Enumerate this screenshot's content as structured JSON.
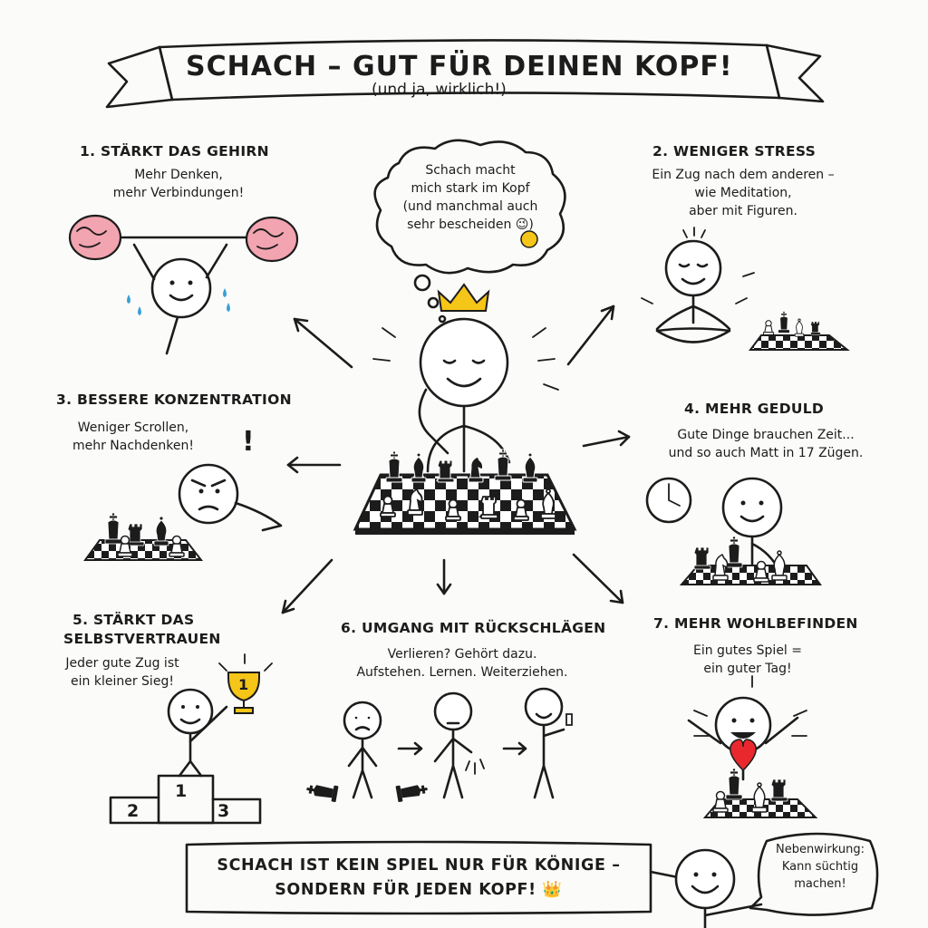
{
  "title": "SCHACH – GUT FÜR DEINEN KOPF!",
  "subtitle": "(und ja, wirklich!)",
  "thought_bubble": [
    "Schach macht",
    "mich stark im Kopf",
    "(und manchmal auch",
    "sehr bescheiden 😉)"
  ],
  "sections": [
    {
      "heading": "1. STÄRKT DAS GEHIRN",
      "lines": [
        "Mehr Denken,",
        "mehr Verbindungen!"
      ]
    },
    {
      "heading": "2. WENIGER STRESS",
      "lines": [
        "Ein Zug nach dem anderen –",
        "wie Meditation,",
        "aber mit Figuren."
      ]
    },
    {
      "heading": "3. BESSERE KONZENTRATION",
      "lines": [
        "Weniger Scrollen,",
        "mehr Nachdenken!"
      ]
    },
    {
      "heading": "4. MEHR GEDULD",
      "lines": [
        "Gute Dinge brauchen Zeit...",
        "und so auch Matt in 17 Zügen."
      ]
    },
    {
      "heading": "5. STÄRKT DAS",
      "heading2": "SELBSTVERTRAUEN",
      "lines": [
        "Jeder gute Zug ist",
        "ein kleiner Sieg!"
      ]
    },
    {
      "heading": "6. UMGANG MIT RÜCKSCHLÄGEN",
      "lines": [
        "Verlieren? Gehört dazu.",
        "Aufstehen. Lernen. Weiterziehen."
      ]
    },
    {
      "heading": "7. MEHR WOHLBEFINDEN",
      "lines": [
        "Ein gutes Spiel =",
        "ein guter Tag!"
      ]
    }
  ],
  "exclamation": "!",
  "trophy_number": "1",
  "podium": {
    "first": "1",
    "second": "2",
    "third": "3"
  },
  "banner": {
    "line1": "SCHACH IST KEIN SPIEL NUR FÜR KÖNIGE –",
    "line2": "SONDERN FÜR JEDEN KOPF! 👑"
  },
  "speech_bubble": [
    "Nebenwirkung:",
    "Kann süchtig",
    "machen!"
  ],
  "colors": {
    "ink": "#1c1c1c",
    "brain": "#f2a4b0",
    "gold": "#f5c518",
    "heart": "#e8282d",
    "sweat": "#3aa0d8",
    "paper": "#fbfbf9"
  }
}
